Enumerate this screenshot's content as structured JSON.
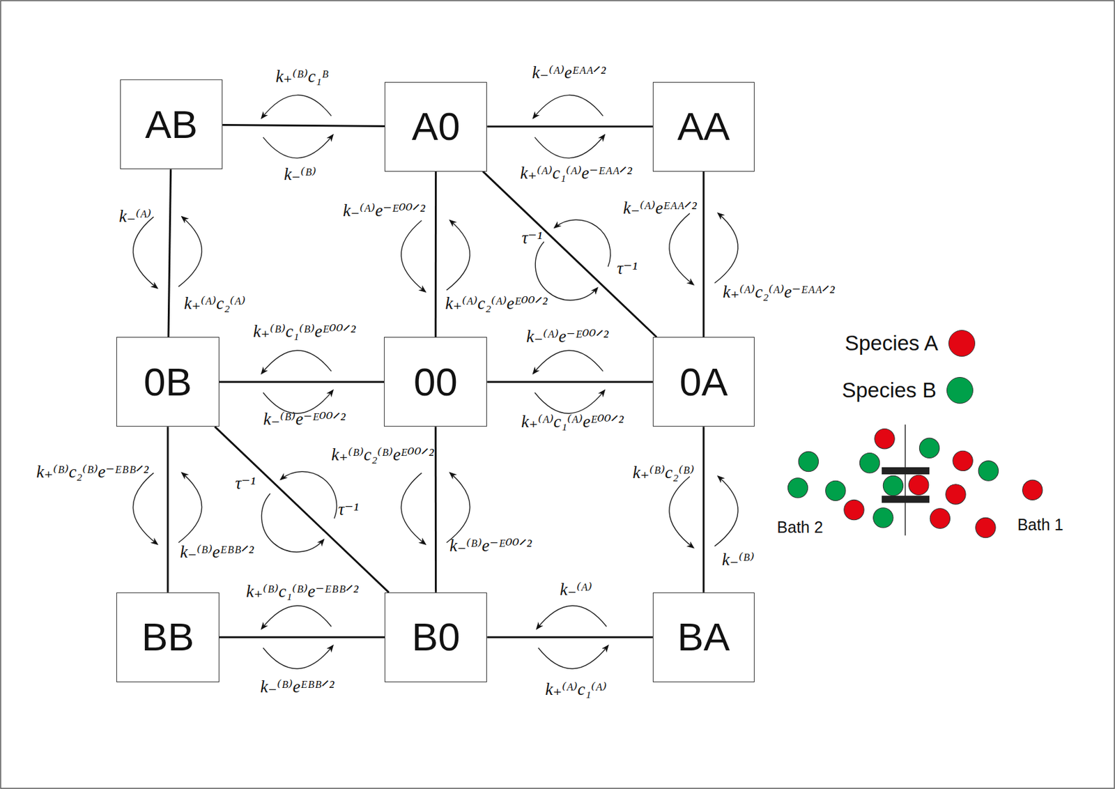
{
  "diagram": {
    "nodes": [
      {
        "text": [
          "AB"
        ]
      },
      {
        "text": [
          "A0"
        ]
      },
      {
        "text": [
          "AA"
        ]
      },
      {
        "text": [
          "0B"
        ]
      },
      {
        "text": [
          "00"
        ]
      },
      {
        "text": [
          "0A"
        ]
      },
      {
        "text": [
          "BB"
        ]
      },
      {
        "text": [
          "B0"
        ]
      },
      {
        "text": [
          "BA"
        ]
      }
    ],
    "edges": [
      {
        "from": 0,
        "to": 1,
        "arrow": "none"
      },
      {
        "from": 1,
        "to": 2,
        "arrow": "none"
      },
      {
        "from": 0,
        "to": 3,
        "arrow": "none"
      },
      {
        "from": 1,
        "to": 4,
        "arrow": "none"
      },
      {
        "from": 1,
        "to": 5,
        "arrow": "none"
      },
      {
        "from": 2,
        "to": 5,
        "arrow": "none"
      },
      {
        "from": 3,
        "to": 4,
        "arrow": "none"
      },
      {
        "from": 4,
        "to": 5,
        "arrow": "none"
      },
      {
        "from": 3,
        "to": 6,
        "arrow": "none"
      },
      {
        "from": 4,
        "to": 7,
        "arrow": "none"
      },
      {
        "from": 3,
        "to": 7,
        "arrow": "none"
      },
      {
        "from": 5,
        "to": 8,
        "arrow": "none"
      },
      {
        "from": 6,
        "to": 7,
        "arrow": "none"
      },
      {
        "from": 7,
        "to": 8,
        "arrow": "none"
      }
    ],
    "labels": [
      "k₊⁽ᴮ⁾c₁ᴮ",
      "k₋⁽ᴬ⁾eᴱᴬᴬᐟ²",
      "k₋⁽ᴮ⁾",
      "k₊⁽ᴬ⁾c₁⁽ᴬ⁾e⁻ᴱᴬᴬᐟ²",
      "k₋⁽ᴬ⁾e⁻ᴱ⁰⁰ᐟ²",
      "k₋⁽ᴬ⁾eᴱᴬᴬᐟ²",
      "k₋⁽ᴬ⁾",
      "τ⁻¹",
      "τ⁻¹",
      "k₊⁽ᴬ⁾c₂⁽ᴬ⁾",
      "k₊⁽ᴬ⁾c₂⁽ᴬ⁾eᴱ⁰⁰ᐟ²",
      "k₊⁽ᴬ⁾c₂⁽ᴬ⁾e⁻ᴱᴬᴬᐟ²",
      "k₊⁽ᴮ⁾c₁⁽ᴮ⁾eᴱ⁰⁰ᐟ²",
      "k₋⁽ᴬ⁾e⁻ᴱ⁰⁰ᐟ²",
      "k₋⁽ᴮ⁾e⁻ᴱ⁰⁰ᐟ²",
      "k₊⁽ᴬ⁾c₁⁽ᴬ⁾eᴱ⁰⁰ᐟ²",
      "k₊⁽ᴮ⁾c₂⁽ᴮ⁾eᴱ⁰⁰ᐟ²",
      "k₊⁽ᴮ⁾c₂⁽ᴮ⁾e⁻ᴱᴮᴮᐟ²",
      "k₊⁽ᴮ⁾c₂⁽ᴮ⁾",
      "τ⁻¹",
      "τ⁻¹",
      "Bath 2",
      "Bath 1",
      "k₋⁽ᴮ⁾e⁻ᴱ⁰⁰ᐟ²",
      "k₋⁽ᴮ⁾eᴱᴮᴮᐟ²",
      "k₋⁽ᴮ⁾",
      "k₊⁽ᴮ⁾c₁⁽ᴮ⁾e⁻ᴱᴮᴮᐟ²",
      "k₋⁽ᴬ⁾",
      "k₊⁽ᴬ⁾c₁⁽ᴬ⁾",
      "k₋⁽ᴮ⁾eᴱᴮᴮᐟ²"
    ],
    "legend": [
      {
        "text": "Species A",
        "color": "#e30613"
      },
      {
        "text": "Species B",
        "color": "#00a04a"
      }
    ]
  }
}
